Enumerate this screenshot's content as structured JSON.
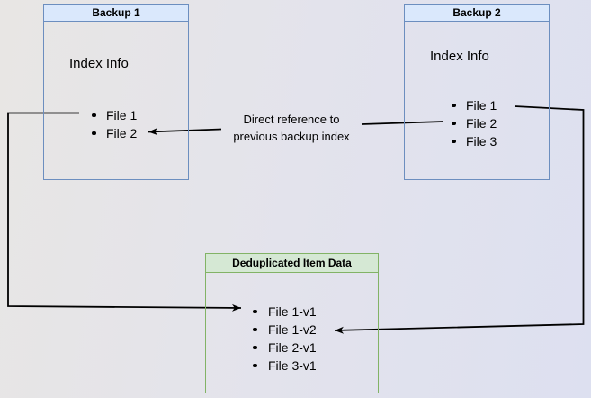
{
  "boxes": {
    "backup1": {
      "title": "Backup 1",
      "index_label": "Index Info",
      "files": [
        "File 1",
        "File 2"
      ]
    },
    "backup2": {
      "title": "Backup 2",
      "index_label": "Index Info",
      "files": [
        "File 1",
        "File 2",
        "File 3"
      ]
    },
    "dedup": {
      "title": "Deduplicated Item Data",
      "files": [
        "File 1-v1",
        "File 1-v2",
        "File 2-v1",
        "File 3-v1"
      ]
    }
  },
  "annotation": {
    "line1": "Direct reference to",
    "line2": "previous backup index"
  },
  "colors": {
    "blue_fill": "#dae8fc",
    "blue_stroke": "#6c8ebf",
    "green_fill": "#d5e8d4",
    "green_stroke": "#82b366",
    "connector": "#000000",
    "bg_left": "#e8e6e4",
    "bg_mid": "#e3e3ec",
    "bg_right": "#dde0f0",
    "text": "#000000"
  }
}
